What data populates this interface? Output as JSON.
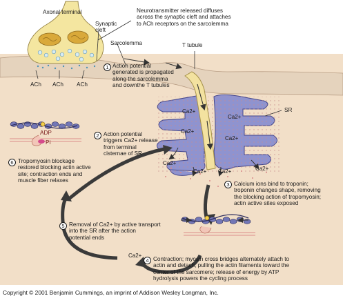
{
  "labels": {
    "axonal_terminal": "Axonal terminal",
    "synaptic_cleft": "Synaptic\ncleft",
    "neurotransmitter": "Neurotransmitter released diffuses\nacross the synaptic cleft and attaches\nto ACh receptors on the sarcolemma",
    "sarcolemma": "Sarcolemma",
    "t_tubule": "T tubule",
    "sr": "SR",
    "ach": [
      "ACh",
      "ACh",
      "ACh"
    ],
    "adp": "ADP",
    "pi": "Pi"
  },
  "steps": [
    {
      "num": "1",
      "text": "Action potential\ngenerated is propagated\nalong the sarcolemma\nand downthe T tubules"
    },
    {
      "num": "2",
      "text": "Action potential\ntriggers Ca2+ release\nfrom terminal\ncisternae of SR"
    },
    {
      "num": "3",
      "text": "Calcium ions bind to troponin;\ntroponin changes shape, removing\nthe blocking action of tropomyosin;\nactin active sites exposed"
    },
    {
      "num": "4",
      "text": "Contraction; myosin cross bridges alternately attach to\nactin and detach, pulling the actin filaments toward the\ncenter of the sarcomere; release of energy by ATP\nhydrolysis powers the cycling process"
    },
    {
      "num": "5",
      "text": "Removal of Ca2+ by active transport\ninto the SR after the action\npotential ends"
    },
    {
      "num": "6",
      "text": "Tropomyosin blockage\nrestored blocking actin active\nsite; contraction ends and\nmuscle fiber relaxes"
    }
  ],
  "calcium": "Ca2+",
  "copyright": "Copyright © 2001 Benjamin Cummings, an imprint of Addison Wesley Longman, Inc.",
  "colors": {
    "muscle": "#f2dfc8",
    "sarcolemma_top": "#e4d5c2",
    "terminal": "#f4e6a0",
    "mitochondria": "#d9a93a",
    "sr": "#8f93cf",
    "t_tubule": "#f3e2a0",
    "arrow": "#3a3a3a",
    "filament_dark": "#2c2c5e",
    "filament_light": "#7377b6"
  }
}
